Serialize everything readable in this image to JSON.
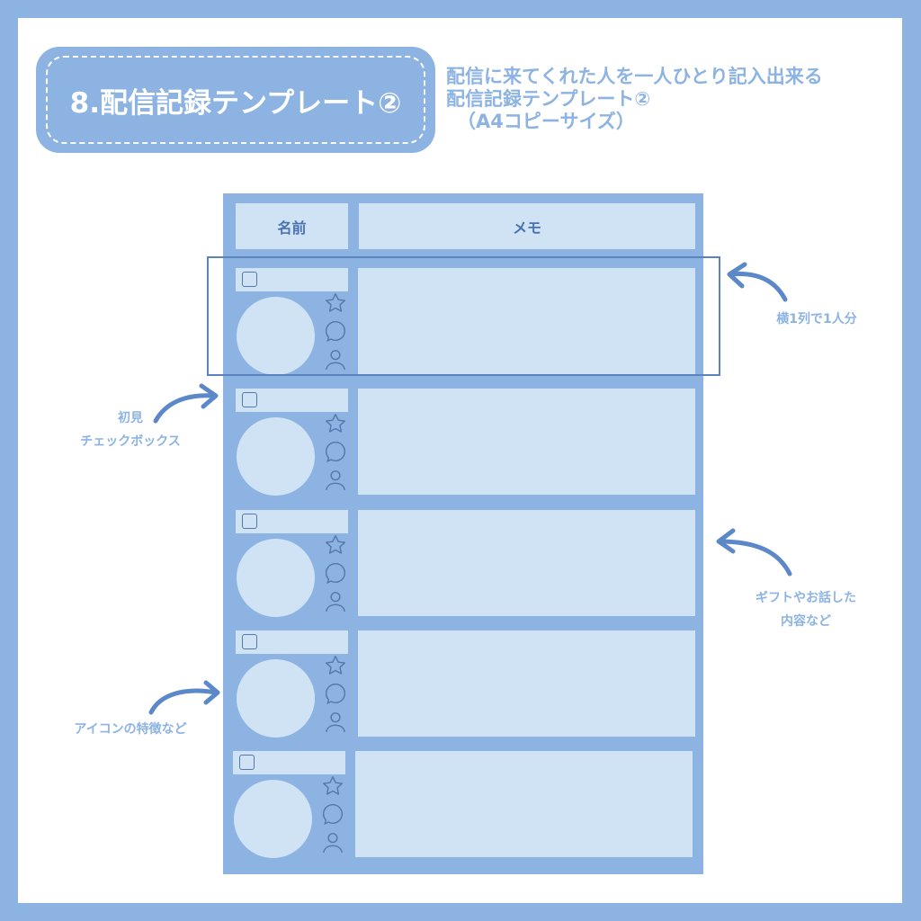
{
  "title_badge": {
    "text": "8.配信記録テンプレート②"
  },
  "description": {
    "line1": "配信に来てくれた人を一人ひとり記入出来る",
    "line2": "配信記録テンプレート②",
    "line3": "（A4コピーサイズ）"
  },
  "table": {
    "headers": {
      "name": "名前",
      "memo": "メモ"
    },
    "rows": [
      {
        "index": 1,
        "checked": false,
        "icons": [
          "star-icon",
          "speech-bubble-icon",
          "person-icon"
        ]
      },
      {
        "index": 2,
        "checked": false,
        "icons": [
          "star-icon",
          "speech-bubble-icon",
          "person-icon"
        ]
      },
      {
        "index": 3,
        "checked": false,
        "icons": [
          "star-icon",
          "speech-bubble-icon",
          "person-icon"
        ]
      },
      {
        "index": 4,
        "checked": false,
        "icons": [
          "star-icon",
          "speech-bubble-icon",
          "person-icon"
        ]
      },
      {
        "index": 5,
        "checked": false,
        "icons": [
          "star-icon",
          "speech-bubble-icon",
          "person-icon"
        ]
      }
    ]
  },
  "annotations": {
    "one_row_per_person": "横1列で1人分",
    "first_visit_line1": "初見",
    "first_visit_line2": "チェックボックス",
    "gift_line1": "ギフトやお話した",
    "gift_line2": "内容など",
    "icon_features": "アイコンの特徴など"
  },
  "colors": {
    "frame": "#8db3e3",
    "cell": "#d0e3f5",
    "accent_dark": "#5b84bf",
    "text_on_cells": "#4a72b0",
    "background": "#ffffff"
  }
}
